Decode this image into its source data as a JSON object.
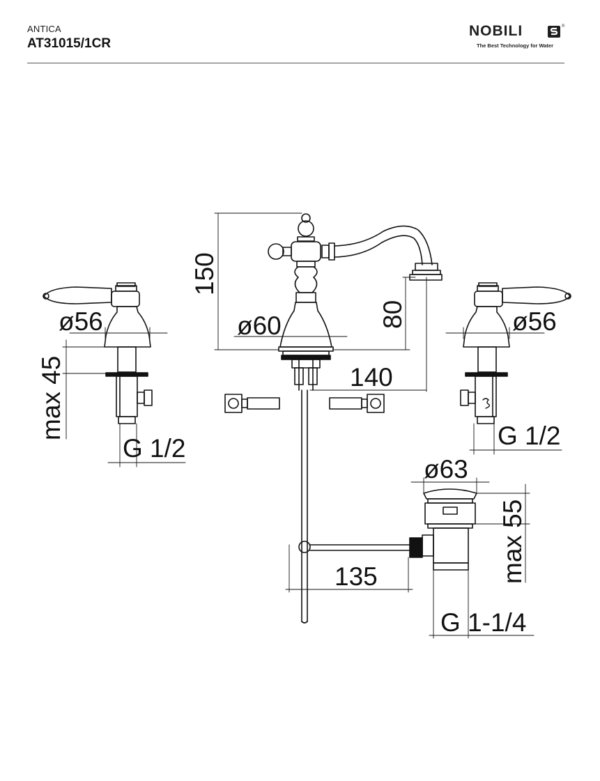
{
  "header": {
    "series": "ANTICA",
    "product_code": "AT31015/1CR"
  },
  "logo": {
    "brand": "NOBILI",
    "tagline": "The Best Technology for Water",
    "registered": "®"
  },
  "dimensions": {
    "left_handle_diameter": "ø56",
    "right_handle_diameter": "ø56",
    "spout_height": "150",
    "spout_base_diameter": "ø60",
    "spout_outlet_height": "80",
    "spout_reach": "140",
    "max_deck_left": "max 45",
    "left_thread": "G 1/2",
    "right_thread": "G 1/2",
    "waste_diameter": "ø63",
    "waste_height": "max 55",
    "rod_length": "135",
    "waste_thread": "G 1-1/4"
  },
  "colors": {
    "line": "#111111",
    "text": "#111111",
    "rule": "#555555"
  }
}
